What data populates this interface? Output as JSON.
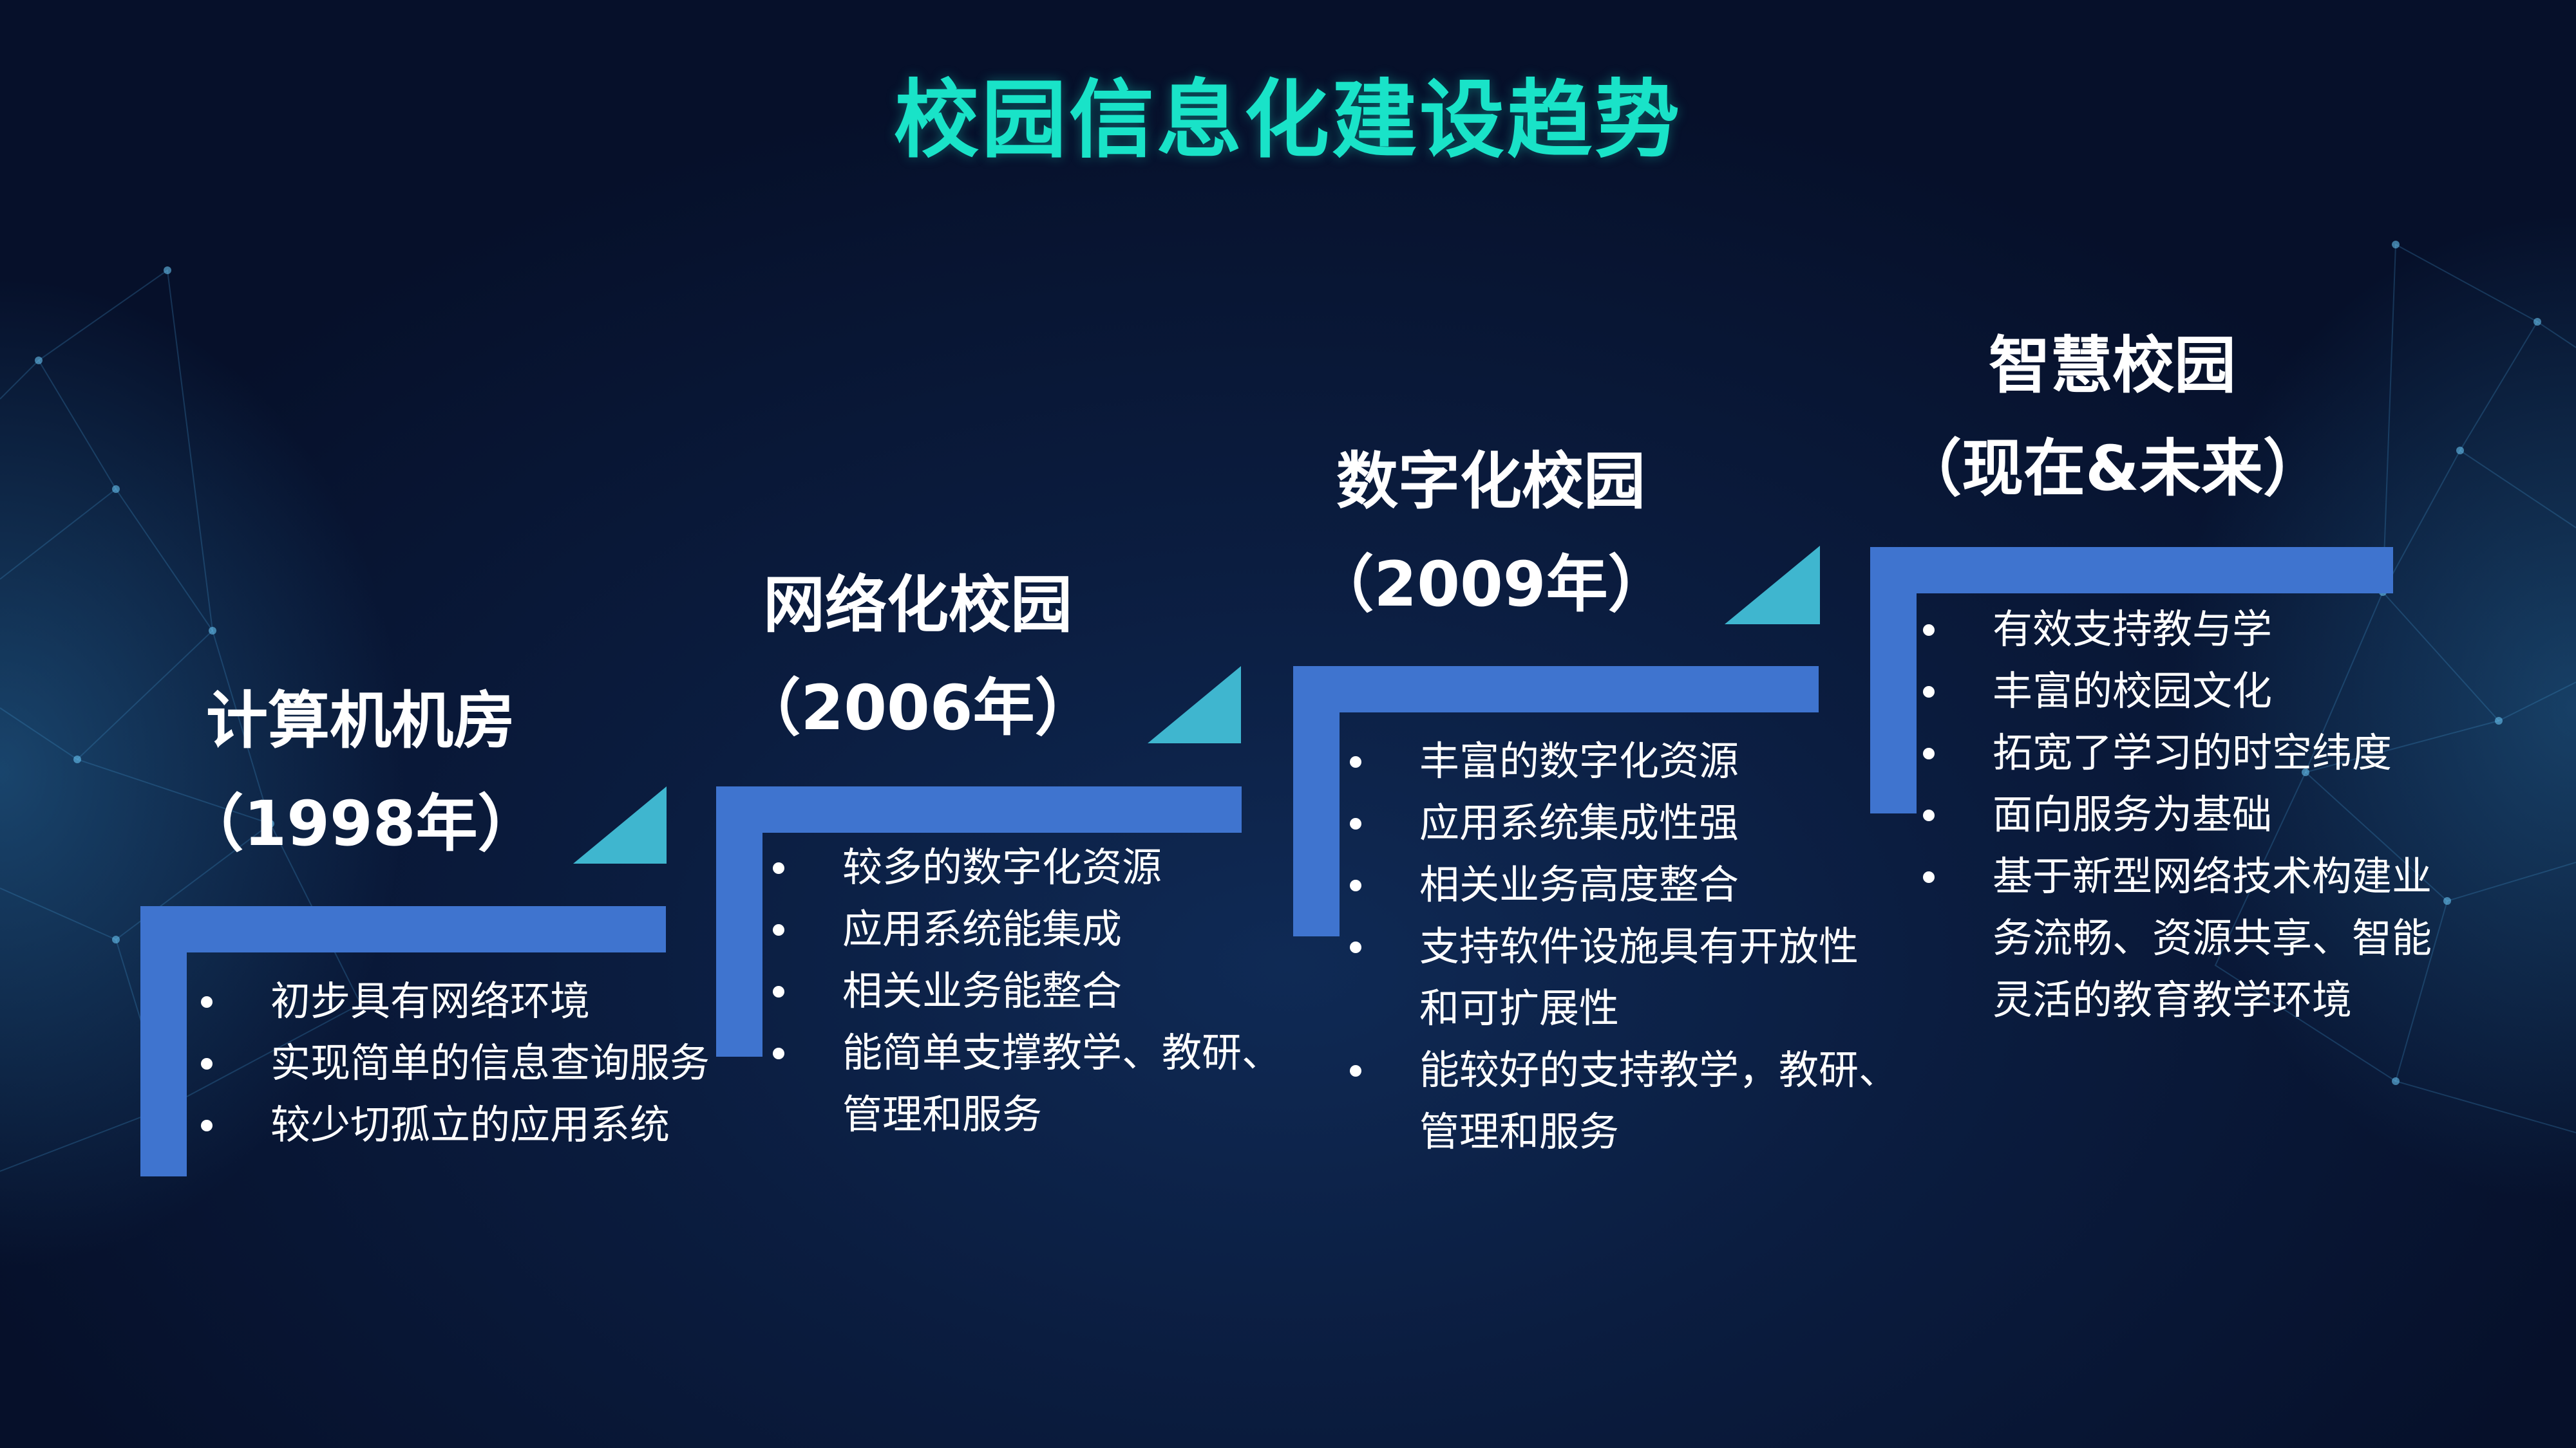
{
  "title": "校园信息化建设趋势",
  "stages": [
    {
      "name": "计算机机房",
      "year": "（1998年）",
      "points": [
        [
          "初步具有网络环境"
        ],
        [
          "实现简单的信息查询服务"
        ],
        [
          "较少切孤立的应用系统"
        ]
      ]
    },
    {
      "name": "网络化校园",
      "year": "（2006年）",
      "points": [
        [
          "较多的数字化资源"
        ],
        [
          "应用系统能集成"
        ],
        [
          "相关业务能整合"
        ],
        [
          "能简单支撑教学、教研、",
          "管理和服务"
        ]
      ]
    },
    {
      "name": "数字化校园",
      "year": "（2009年）",
      "points": [
        [
          "丰富的数字化资源"
        ],
        [
          "应用系统集成性强"
        ],
        [
          "相关业务高度整合"
        ],
        [
          "支持软件设施具有开放性",
          "和可扩展性"
        ],
        [
          "能较好的支持教学，教研、",
          "管理和服务"
        ]
      ]
    },
    {
      "name": "智慧校园",
      "year": "（现在&未来）",
      "points": [
        [
          "有效支持教与学"
        ],
        [
          "丰富的校园文化"
        ],
        [
          "拓宽了学习的时空纬度"
        ],
        [
          "面向服务为基础"
        ],
        [
          "基于新型网络技术构建业",
          "务流畅、资源共享、智能",
          "灵活的教育教学环境"
        ]
      ]
    }
  ],
  "colors": {
    "title": "#19e3c8",
    "bracket": "#3f74cf",
    "triangle": "#3fb6cf",
    "background": "#0b1d40"
  }
}
